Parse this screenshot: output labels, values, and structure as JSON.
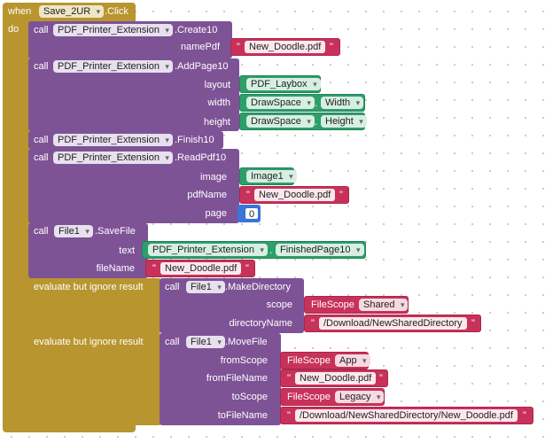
{
  "event": {
    "when": "when",
    "component": "Save_2UR",
    "event_name": ".Click",
    "do": "do"
  },
  "call_kw": "call",
  "blocks": {
    "create": {
      "component": "PDF_Printer_Extension",
      "method": ".Create10",
      "arg_namePdf": "namePdf",
      "val_namePdf": "New_Doodle.pdf"
    },
    "addpage": {
      "component": "PDF_Printer_Extension",
      "method": ".AddPage10",
      "arg_layout": "layout",
      "val_layout": "PDF_Laybox",
      "arg_width": "width",
      "width_comp": "DrawSpace",
      "width_prop": "Width",
      "arg_height": "height",
      "height_comp": "DrawSpace",
      "height_prop": "Height"
    },
    "finish": {
      "component": "PDF_Printer_Extension",
      "method": ".Finish10"
    },
    "readpdf": {
      "component": "PDF_Printer_Extension",
      "method": ".ReadPdf10",
      "arg_image": "image",
      "val_image": "Image1",
      "arg_pdfName": "pdfName",
      "val_pdfName": "New_Doodle.pdf",
      "arg_page": "page",
      "val_page": "0"
    },
    "savefile": {
      "component": "File1",
      "method": ".SaveFile",
      "arg_text": "text",
      "text_comp": "PDF_Printer_Extension",
      "text_prop": "FinishedPage10",
      "arg_fileName": "fileName",
      "val_fileName": "New_Doodle.pdf"
    },
    "makedir": {
      "eval_label": "evaluate but ignore result",
      "component": "File1",
      "method": ".MakeDirectory",
      "arg_scope": "scope",
      "scope_kw": "FileScope",
      "scope_val": "Shared",
      "arg_directoryName": "directoryName",
      "val_directoryName": "/Download/NewSharedDirectory"
    },
    "movefile": {
      "eval_label": "evaluate but ignore result",
      "component": "File1",
      "method": ".MoveFile",
      "arg_fromScope": "fromScope",
      "fromScope_kw": "FileScope",
      "fromScope_val": "App",
      "arg_fromFileName": "fromFileName",
      "val_fromFileName": "New_Doodle.pdf",
      "arg_toScope": "toScope",
      "toScope_kw": "FileScope",
      "toScope_val": "Legacy",
      "arg_toFileName": "toFileName",
      "val_toFileName": "/Download/NewSharedDirectory/New_Doodle.pdf"
    }
  },
  "quote": "\"",
  "dot": "."
}
